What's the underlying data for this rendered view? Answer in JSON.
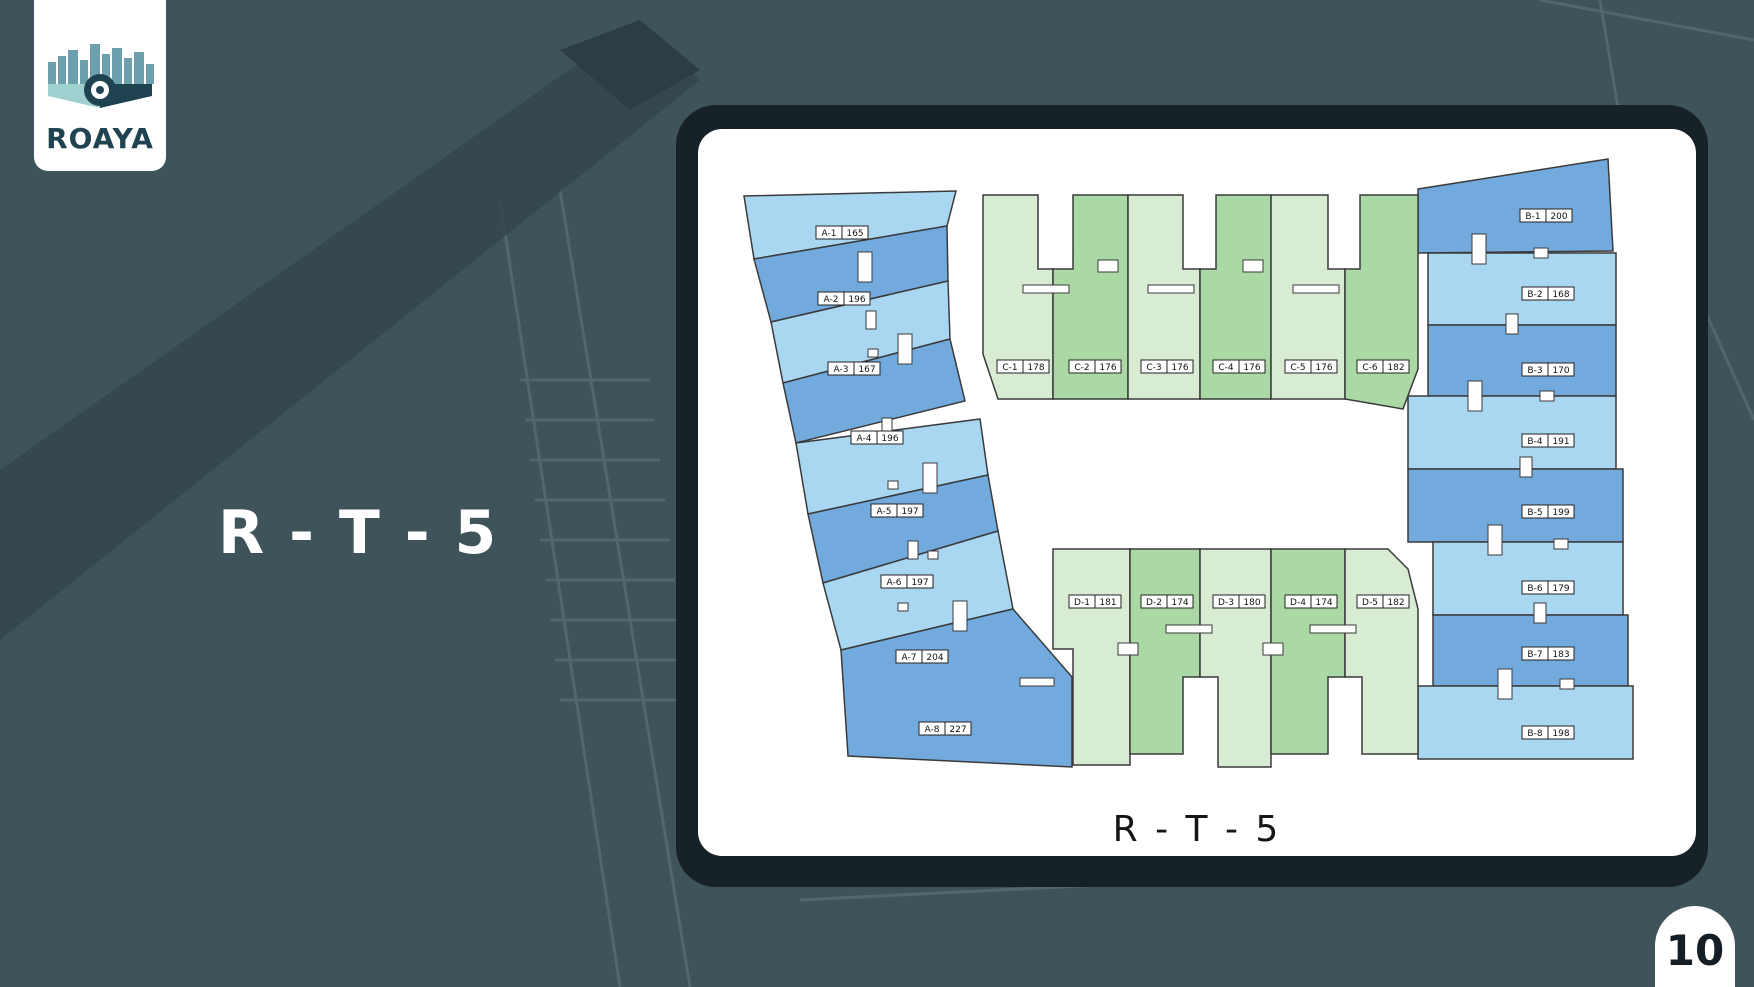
{
  "logo": {
    "text": "ROAYA",
    "icon": "city-skyline-eye-logo"
  },
  "title": "R - T - 5",
  "plan": {
    "caption": "R - T - 5",
    "colors": {
      "blue_light": "#a9d7f2",
      "blue_dark": "#73aadd",
      "green_light": "#d7ecd3",
      "green_dark": "#abd9a6",
      "outline": "#3a3a3a"
    },
    "units": [
      {
        "code": "A-1",
        "area": "165"
      },
      {
        "code": "A-2",
        "area": "196"
      },
      {
        "code": "A-3",
        "area": "167"
      },
      {
        "code": "A-4",
        "area": "196"
      },
      {
        "code": "A-5",
        "area": "197"
      },
      {
        "code": "A-6",
        "area": "197"
      },
      {
        "code": "A-7",
        "area": "204"
      },
      {
        "code": "A-8",
        "area": "227"
      },
      {
        "code": "B-1",
        "area": "200"
      },
      {
        "code": "B-2",
        "area": "168"
      },
      {
        "code": "B-3",
        "area": "170"
      },
      {
        "code": "B-4",
        "area": "191"
      },
      {
        "code": "B-5",
        "area": "199"
      },
      {
        "code": "B-6",
        "area": "179"
      },
      {
        "code": "B-7",
        "area": "183"
      },
      {
        "code": "B-8",
        "area": "198"
      },
      {
        "code": "C-1",
        "area": "178"
      },
      {
        "code": "C-2",
        "area": "176"
      },
      {
        "code": "C-3",
        "area": "176"
      },
      {
        "code": "C-4",
        "area": "176"
      },
      {
        "code": "C-5",
        "area": "176"
      },
      {
        "code": "C-6",
        "area": "182"
      },
      {
        "code": "D-1",
        "area": "181"
      },
      {
        "code": "D-2",
        "area": "174"
      },
      {
        "code": "D-3",
        "area": "180"
      },
      {
        "code": "D-4",
        "area": "174"
      },
      {
        "code": "D-5",
        "area": "182"
      }
    ]
  },
  "page_number": "10"
}
